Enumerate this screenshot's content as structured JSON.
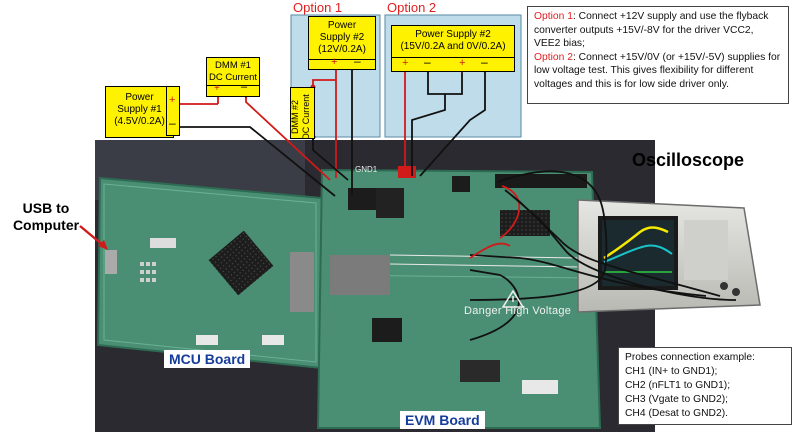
{
  "option1": {
    "title": "Option 1",
    "ps_line1": "Power",
    "ps_line2": "Supply #2",
    "ps_line3": "(12V/0.2A)"
  },
  "option2": {
    "title": "Option 2",
    "ps_line1": "Power Supply #2",
    "ps_line2": "(15V/0.2A and 0V/0.2A)"
  },
  "dmm1": {
    "line1": "DMM #1",
    "line2": "DC Current"
  },
  "dmm2": {
    "line1": "DMM #2",
    "line2": "DC Current"
  },
  "ps1": {
    "line1": "Power",
    "line2": "Supply #1",
    "line3": "(4.5V/0.2A)"
  },
  "labels": {
    "usb": "USB to Computer",
    "usb_line1": "USB to",
    "usb_line2": "Computer",
    "oscilloscope": "Oscilloscope",
    "mcu_board": "MCU Board",
    "evm_board": "EVM Board",
    "danger": "Danger High Voltage",
    "plus": "+",
    "minus": "–",
    "gnd1": "GND1"
  },
  "notes": {
    "option1_label": "Option 1",
    "option1_text": ": Connect +12V supply and use the flyback converter outputs +15V/-8V for the driver VCC2, VEE2 bias;",
    "option2_label": "Option 2",
    "option2_text": ": Connect +15V/0V (or +15V/-5V) supplies for low voltage test. This gives flexibility for different voltages and this is for low side driver only."
  },
  "probes": {
    "title": "Probes connection example:",
    "items": [
      "CH1 (IN+ to GND1);",
      "CH2 (nFLT1 to GND1);",
      "CH3 (Vgate to GND2);",
      "CH4 (Desat to GND2)."
    ]
  },
  "colors": {
    "option_red": "#e02020",
    "panel_blue": "#bedcea",
    "supply_yellow": "#fff200",
    "board_green": "#4a8f74",
    "wire_red": "#d11a1a",
    "label_blue": "#143c9a"
  }
}
